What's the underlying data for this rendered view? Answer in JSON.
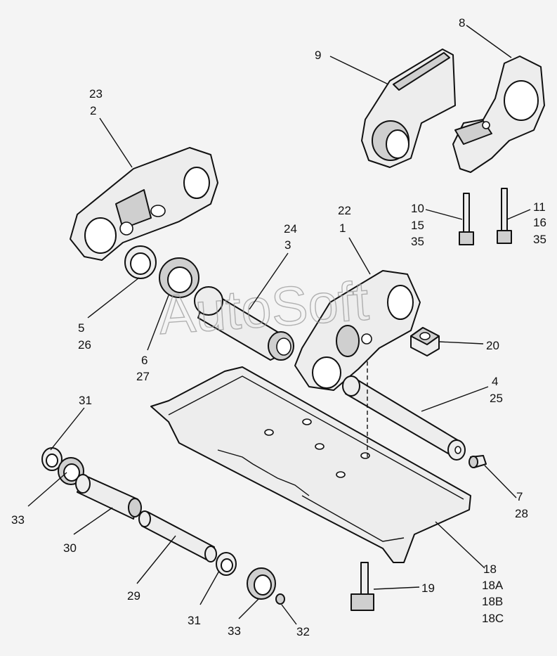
{
  "watermark": "AutoSoft",
  "callouts": {
    "c8": "8",
    "c9": "9",
    "c23_2": [
      "23",
      "2"
    ],
    "c22_1": [
      "22",
      "1"
    ],
    "c24_3": [
      "24",
      "3"
    ],
    "c10_15_35": [
      "10",
      "15",
      "35"
    ],
    "c11_16_35": [
      "11",
      "16",
      "35"
    ],
    "c5_26": [
      "5",
      "26"
    ],
    "c6_27": [
      "6",
      "27"
    ],
    "c20": "20",
    "c4_25": [
      "4",
      "25"
    ],
    "c31_top": "31",
    "c33_left": "33",
    "c30": "30",
    "c29": "29",
    "c7_28": [
      "7",
      "28"
    ],
    "c18": [
      "18",
      "18A",
      "18B",
      "18C"
    ],
    "c19": "19",
    "c31_bottom": "31",
    "c33_bottom": "33",
    "c32": "32"
  }
}
